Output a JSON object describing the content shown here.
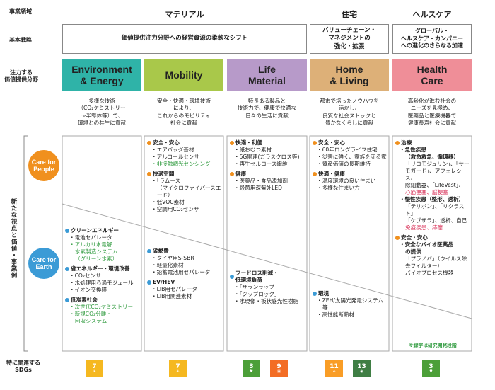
{
  "labels": {
    "domain": "事業領域",
    "strategy": "基本戦略",
    "focus": "注力する\n価値提供分野",
    "vertical": "新たな視点と価値・事業例",
    "sdgs": "特に関連する\nSDGs"
  },
  "domains": {
    "material": "マテリアル",
    "housing": "住宅",
    "healthcare": "ヘルスケア"
  },
  "strategies": {
    "material": "価値提供注力分野への経営資源の柔軟なシフト",
    "housing": "バリューチェーン・\nマネジメントの\n強化・拡張",
    "healthcare": "グローバル・\nヘルスケア・カンパニー\nへの進化のさらなる加速"
  },
  "colors": {
    "environment": "#2fb3a8",
    "mobility": "#a9c84a",
    "life": "#b79ac9",
    "home": "#ddb078",
    "health": "#ef8e98",
    "people": "#f0901e",
    "earth": "#3b9bd6",
    "green": "#2e9a3d",
    "pink": "#d9335a"
  },
  "focus_areas": [
    {
      "label": "Environment\n& Energy",
      "desc": "多様な技術\n（CO₂ケミストリー\n～半導体等）で、\n環境との共生に貢献"
    },
    {
      "label": "Mobility",
      "desc": "安全・快適・環境技術\nにより、\nこれからのモビリティ\n社会に貢献"
    },
    {
      "label": "Life\nMaterial",
      "desc": "特長ある製品と\n技術力で、健康で快適な\n日々の生活に貢献"
    },
    {
      "label": "Home\n& Living",
      "desc": "都市で培ったノウハウを\n活かし、\n良質な社会ストックと\n豊かなくらしに貢献"
    },
    {
      "label": "Health\nCare",
      "desc": "高齢化が進む社会の\nニーズを見極め、\n医薬品と医療機器で\n健康長寿社会に貢献"
    }
  ],
  "circles": {
    "people": "Care for\nPeople",
    "earth": "Care for\nEarth"
  },
  "cells": {
    "mobility_people": {
      "g1": {
        "head": "安全・安心",
        "items": [
          {
            "t": "エアバッグ基材"
          },
          {
            "t": "アルコールセンサ"
          },
          {
            "t": "非接触調光センシング",
            "c": "green"
          }
        ]
      },
      "g2": {
        "head": "快適空間",
        "items": [
          {
            "t": "「ラムース」"
          },
          {
            "t": "（マイクロファイバースエード）",
            "sub": true
          },
          {
            "t": "低VOC素材"
          },
          {
            "t": "空調用CO₂センサ"
          }
        ]
      }
    },
    "life_people": {
      "g1": {
        "head": "快適・利便",
        "items": [
          {
            "t": "紙おむつ素材"
          },
          {
            "t": "5G関連(ガラスクロス等)"
          },
          {
            "t": "再生セルロース繊維"
          }
        ]
      },
      "g2": {
        "head": "健康",
        "items": [
          {
            "t": "医薬品・食品添加剤"
          },
          {
            "t": "殺菌用深紫外LED"
          }
        ]
      }
    },
    "home_people": {
      "g1": {
        "head": "安全・安心",
        "items": [
          {
            "t": "60年ロングライフ住宅"
          },
          {
            "t": "災害に強く、家族を守る家"
          },
          {
            "t": "資産価値の長期維持"
          }
        ]
      },
      "g2": {
        "head": "快適・健康",
        "items": [
          {
            "t": "温度環境の良い住まい"
          },
          {
            "t": "多様な住まい方"
          }
        ]
      }
    },
    "health_people": {
      "g1": {
        "head": "治療",
        "items": [
          {
            "t": "急性疾患",
            "b": true
          },
          {
            "t": "（救命救急、循環器）",
            "b": true,
            "sub": true
          },
          {
            "t": "「リコモジュリン」、「サー",
            "sub": true
          },
          {
            "t": "モガード」、アフェレシス、",
            "sub": true
          },
          {
            "t": "除細動器、「LifeVest」、",
            "sub": true
          },
          {
            "t": "心筋梗塞、脳梗塞",
            "sub": true,
            "c": "pink"
          },
          {
            "t": "慢性疾患（整形、透析）",
            "b": true
          },
          {
            "t": "「テリボン」、「リクラスト」",
            "sub": true
          },
          {
            "t": "「ケブザラ」、透析、自己",
            "sub": true
          },
          {
            "t": "免疫疾患、痔瘻",
            "sub": true,
            "c": "pink"
          }
        ]
      },
      "g2": {
        "head": "安全・安心",
        "items": [
          {
            "t": "安全なバイオ医薬品",
            "b": true
          },
          {
            "t": "の提供",
            "b": true,
            "sub": true
          },
          {
            "t": "「プラノバ」（ウイルス除",
            "sub": true
          },
          {
            "t": "去フィルター）",
            "sub": true
          },
          {
            "t": "バイオプロセス機器",
            "sub": true
          }
        ]
      }
    },
    "env_earth": {
      "g1": {
        "head": "クリーンエネルギー",
        "items": [
          {
            "t": "電池セパレータ"
          },
          {
            "t": "アルカリ水電解",
            "c": "green"
          },
          {
            "t": "水素製造システム",
            "c": "green",
            "sub": true
          },
          {
            "t": "（グリーン水素）",
            "c": "green",
            "sub": true
          }
        ]
      },
      "g2": {
        "head": "省エネルギー・環境改善",
        "items": [
          {
            "t": "CO₂センサ"
          },
          {
            "t": "水処理用ろ過モジュール"
          },
          {
            "t": "イオン交換膜"
          }
        ]
      },
      "g3": {
        "head": "低炭素社会",
        "items": [
          {
            "t": "次世代CO₂ケミストリー",
            "c": "green"
          },
          {
            "t": "新規CO₂分離・",
            "c": "green"
          },
          {
            "t": "回収システム",
            "c": "green",
            "sub": true
          }
        ]
      }
    },
    "mobility_earth": {
      "g1": {
        "head": "省燃費",
        "items": [
          {
            "t": "タイヤ用S-SBR"
          },
          {
            "t": "軽量化素材"
          },
          {
            "t": "鉛蓄電池用セパレータ"
          }
        ]
      },
      "g2": {
        "head": "EV/HEV",
        "items": [
          {
            "t": "LIB用セパレータ"
          },
          {
            "t": "LIB用関連素材"
          }
        ]
      }
    },
    "life_earth": {
      "g1": {
        "head": "フードロス削減・\n低環境負荷",
        "items": [
          {
            "t": "「サランラップ」"
          },
          {
            "t": "「ジップロック」"
          },
          {
            "t": "水現像・板状感光性樹脂"
          }
        ]
      }
    },
    "home_earth": {
      "g1": {
        "head": "環境",
        "items": [
          {
            "t": "ZEH/太陽光発電システム"
          },
          {
            "t": "等",
            "sub": true
          },
          {
            "t": "高性能断熱材"
          }
        ]
      }
    }
  },
  "note": "※緑字は研究開発段階",
  "sdg_tiles": [
    {
      "num": "7",
      "color": "#f5b820"
    },
    {
      "num": "7",
      "color": "#f5b820"
    },
    {
      "num": "3",
      "color": "#4c9f38"
    },
    {
      "num": "9",
      "color": "#f36d25"
    },
    {
      "num": "11",
      "color": "#f99d26"
    },
    {
      "num": "13",
      "color": "#3f7e44"
    },
    {
      "num": "3",
      "color": "#4c9f38"
    }
  ]
}
